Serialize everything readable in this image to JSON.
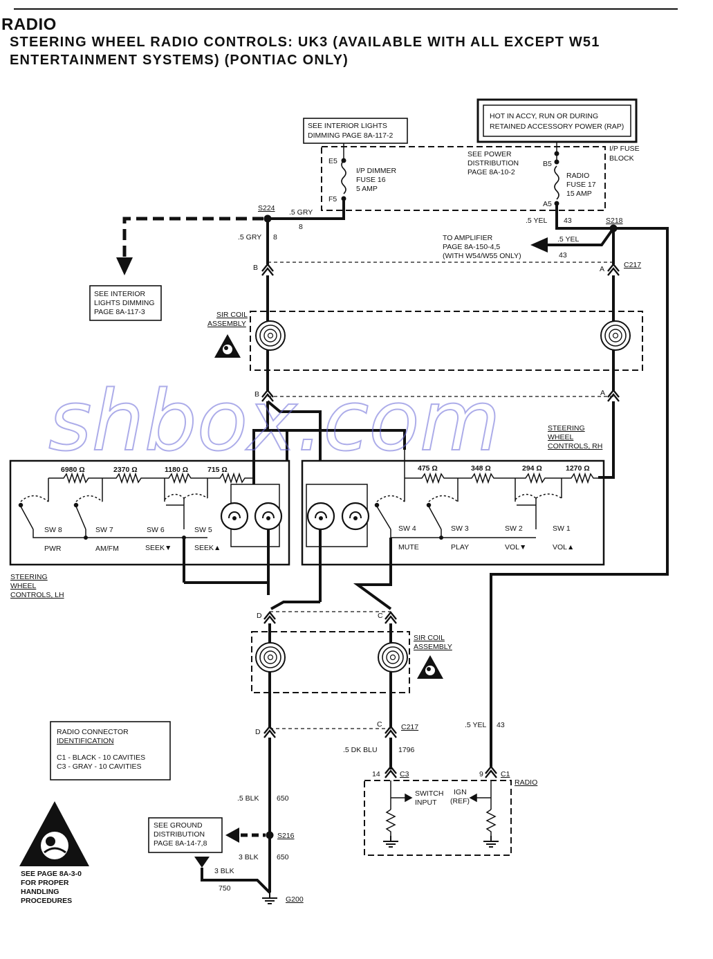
{
  "header": {
    "section": "RADIO",
    "title_line1": "STEERING WHEEL RADIO CONTROLS: UK3 (AVAILABLE WITH ALL EXCEPT W51",
    "title_line2": "ENTERTAINMENT SYSTEMS) (PONTIAC ONLY)"
  },
  "boxes": {
    "hot_label_1": "HOT IN ACCY, RUN OR DURING",
    "hot_label_2": "RETAINED ACCESSORY POWER (RAP)",
    "see_interior_top_1": "SEE INTERIOR LIGHTS",
    "see_interior_top_2": "DIMMING PAGE 8A-117-2",
    "see_interior_left_1": "SEE INTERIOR",
    "see_interior_left_2": "LIGHTS DIMMING",
    "see_interior_left_3": "PAGE 8A-117-3",
    "radio_conn_1": "RADIO CONNECTOR",
    "radio_conn_2": "IDENTIFICATION",
    "radio_conn_3": "C1 - BLACK - 10 CAVITIES",
    "radio_conn_4": "C3 - GRAY - 10 CAVITIES",
    "see_ground_1": "SEE GROUND",
    "see_ground_2": "DISTRIBUTION",
    "see_ground_3": "PAGE 8A-14-7,8"
  },
  "fuse_block": {
    "label_1": "I/P FUSE",
    "label_2": "BLOCK",
    "see_power_1": "SEE POWER",
    "see_power_2": "DISTRIBUTION",
    "see_power_3": "PAGE 8A-10-2",
    "dimmer_1": "I/P DIMMER",
    "dimmer_2": "FUSE 16",
    "dimmer_3": "5 AMP",
    "radio_fuse_1": "RADIO",
    "radio_fuse_2": "FUSE 17",
    "radio_fuse_3": "15 AMP",
    "e5": "E5",
    "f5": "F5",
    "b5": "B5",
    "a5": "A5"
  },
  "wires": {
    "gry_top": ".5 GRY",
    "gry_top_num": "8",
    "gry_left": ".5 GRY",
    "gry_left_num": "8",
    "yel_top": ".5 YEL",
    "yel_top_num": "43",
    "yel_amp": ".5 YEL",
    "yel_amp_num": "43",
    "amp_1": "TO AMPLIFIER",
    "amp_2": "PAGE 8A-150-4,5",
    "amp_3": "(WITH W54/W55 ONLY)",
    "yel_bottom": ".5 YEL",
    "yel_bottom_num": "43",
    "dkblu": ".5 DK BLU",
    "dkblu_num": "1796",
    "blk_1": ".5 BLK",
    "blk_1_num": "650",
    "blk_2": "3 BLK",
    "blk_2_num": "650",
    "blk_3": "3 BLK",
    "blk_3_num": "750"
  },
  "splices": {
    "s224": "S224",
    "s218": "S218",
    "s216": "S216",
    "g200": "G200",
    "c217_top": "C217",
    "c217_bottom": "C217"
  },
  "pins": {
    "b_top": "B",
    "a_top": "A",
    "b_mid": "B",
    "a_mid": "A",
    "d_mid": "D",
    "c_mid": "C",
    "d_bot": "D",
    "c_bot": "C",
    "c3_pin": "14",
    "c3_name": "C3",
    "c1_pin": "9",
    "c1_name": "C1"
  },
  "sir_coil": {
    "top_1": "SIR COIL",
    "top_2": "ASSEMBLY",
    "bottom_1": "SIR COIL",
    "bottom_2": "ASSEMBLY"
  },
  "controls_lh": {
    "label_1": "STEERING",
    "label_2": "WHEEL",
    "label_3": "CONTROLS, LH",
    "resistors": [
      "6980 Ω",
      "2370 Ω",
      "1180 Ω",
      "715 Ω"
    ],
    "switches": [
      "SW 8",
      "SW 7",
      "SW 6",
      "SW 5"
    ],
    "functions": [
      "PWR",
      "AM/FM",
      "SEEK▼",
      "SEEK▲"
    ]
  },
  "controls_rh": {
    "label_1": "STEERING",
    "label_2": "WHEEL",
    "label_3": "CONTROLS, RH",
    "resistors": [
      "475 Ω",
      "348 Ω",
      "294 Ω",
      "1270 Ω"
    ],
    "switches": [
      "SW 4",
      "SW 3",
      "SW 2",
      "SW 1"
    ],
    "functions": [
      "MUTE",
      "PLAY",
      "VOL▼",
      "VOL▲"
    ]
  },
  "radio": {
    "label": "RADIO",
    "switch_1": "SWITCH",
    "switch_2": "INPUT",
    "ign_1": "IGN",
    "ign_2": "(REF)"
  },
  "warning": {
    "line_1": "SEE PAGE 8A-3-0",
    "line_2": "FOR PROPER",
    "line_3": "HANDLING",
    "line_4": "PROCEDURES"
  },
  "watermark": "shbox.com"
}
